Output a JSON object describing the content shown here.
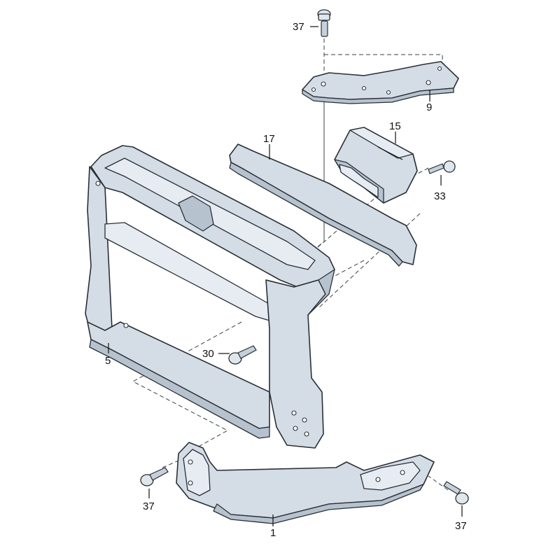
{
  "labels": {
    "screw_top": "37",
    "brace_9": "9",
    "bar_17": "17",
    "duct_15": "15",
    "screw_33": "33",
    "screw_30": "30",
    "carrier_5": "5",
    "screw_bottom_left": "37",
    "screw_bottom_right": "37",
    "bumper_bracket_1": "1"
  }
}
